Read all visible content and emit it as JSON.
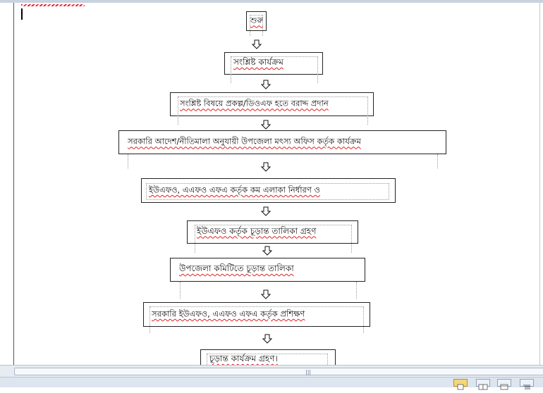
{
  "flowchart": {
    "steps": [
      {
        "label": "শুরু"
      },
      {
        "label": "সংশ্লিষ্ট কার্যক্রম"
      },
      {
        "label": "সংশ্লিষ্ট বিষয়ে প্রকল্প/ডিওএফ হতে বরাদ্দ প্রদান"
      },
      {
        "label": "সরকারি আদেশ/নীতিমালা অনুযায়ী উপজেলা মৎস্য অফিস কর্তৃক কার্যক্রম"
      },
      {
        "label": "ইউএফও, এএফও এফএ কর্তৃক কম এলাকা নির্ধারণ ও"
      },
      {
        "label": "ইউএফও কর্তৃক চূড়ান্ত তালিকা গ্রহণ"
      },
      {
        "label": "উপজেলা কমিটিতে চূড়ান্ত তালিকা"
      },
      {
        "label": "সরকারি ইউএফও, এএফও এফএ কর্তৃক প্রশিক্ষণ"
      },
      {
        "label": "চূড়ান্ত কার্যক্রম গ্রহণ।"
      }
    ]
  },
  "colors": {
    "spelling_underline": "#e02020",
    "accent": "#f5d77a"
  },
  "icons": {
    "arrow": "down-arrow-icon",
    "grip": "scroll-grip-icon"
  },
  "scrollbar": {
    "grip": "|||"
  }
}
